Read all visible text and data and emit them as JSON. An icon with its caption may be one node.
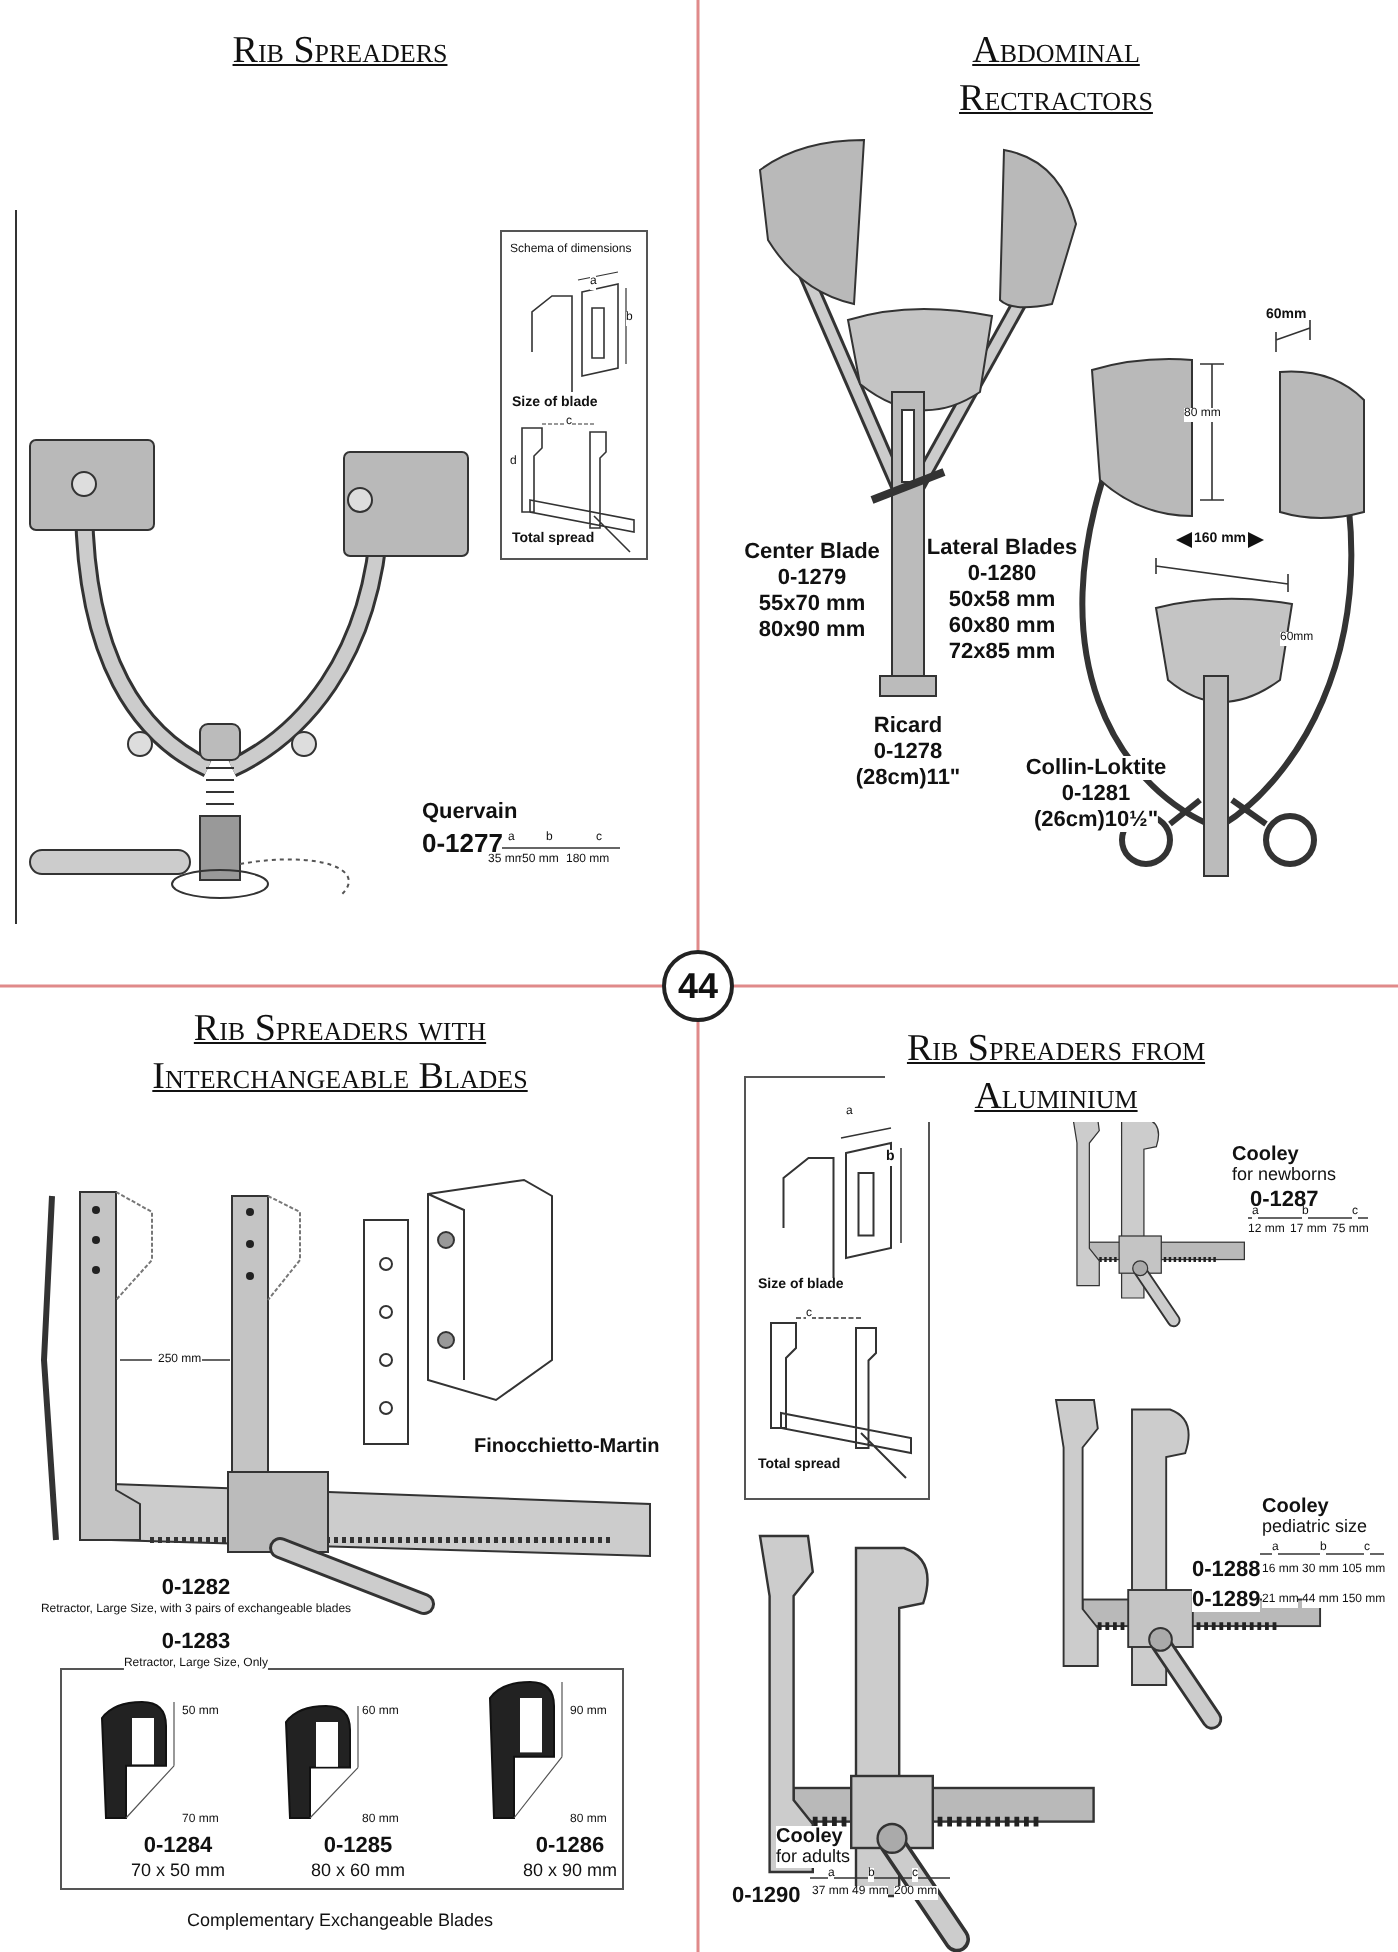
{
  "diagram": {
    "nodes": [
      {
        "text": [
          "Schema of dimensions",
          "a",
          "b",
          "Size of blade",
          "c",
          "d",
          "Total spread"
        ]
      },
      {
        "text": [
          "44"
        ]
      },
      {
        "text": [
          "50 mm",
          "70 mm",
          "0-1284",
          "70 x 50 mm",
          "60 mm",
          "80 mm",
          "0-1285",
          "80 x 60 mm",
          "90 mm",
          "80 mm",
          "0-1286",
          "80 x 90 mm"
        ]
      },
      {
        "text": [
          "a",
          "b",
          "Size of blade",
          "c",
          "Total spread"
        ]
      }
    ],
    "labels": [
      "Rib Spreaders",
      "Quervain",
      "0-1277",
      "a",
      "b",
      "c",
      "35 mm",
      "50 mm",
      "180 mm",
      "Abdominal Rectractors",
      "Center Blade",
      "0-1279",
      "55x70 mm",
      "80x90 mm",
      "Lateral Blades",
      "0-1280",
      "50x58 mm",
      "60x80 mm",
      "72x85 mm",
      "Ricard",
      "0-1278",
      "(28cm)11\"",
      "Collin-Loktite",
      "0-1281",
      "(26cm)10½\"",
      "60mm",
      "80 mm",
      "160 mm",
      "60mm",
      "Rib Spreaders with Interchangeable Blades",
      "250 mm",
      "Finocchietto-Martin",
      "0-1282",
      "Retractor, Large Size, with 3 pairs of exchangeable blades",
      "0-1283",
      "Retractor, Large Size, Only",
      "Complementary Exchangeable Blades",
      "Rib Spreaders from Aluminium",
      "Cooley",
      "for newborns",
      "0-1287",
      "a",
      "b",
      "c",
      "12 mm",
      "17 mm",
      "75 mm",
      "Cooley",
      "pediatric size",
      "a",
      "b",
      "c",
      "0-1288",
      "16 mm",
      "30 mm",
      "105 mm",
      "0-1289",
      "21 mm",
      "44 mm",
      "150 mm",
      "Cooley",
      "for adults",
      "a",
      "b",
      "c",
      "0-1290",
      "37 mm",
      "49 mm",
      "200 mm"
    ]
  }
}
